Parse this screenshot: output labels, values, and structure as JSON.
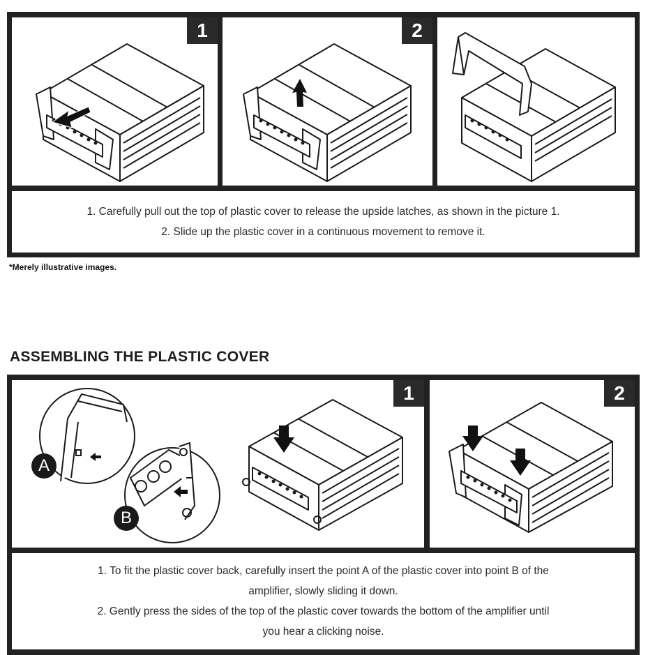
{
  "removal": {
    "step_badges": [
      "1",
      "2"
    ],
    "instructions": [
      "1. Carefully pull out the top of plastic cover to release the upside latches, as shown in the picture 1.",
      "2. Slide up the plastic cover in a continuous movement to remove it."
    ],
    "note": "*Merely illustrative images."
  },
  "assembling": {
    "heading": "ASSEMBLING THE PLASTIC COVER",
    "step_badges": [
      "1",
      "2"
    ],
    "callouts": [
      "A",
      "B"
    ],
    "instructions": [
      "1. To fit the plastic cover back, carefully insert the point A of the plastic cover into point B of the",
      "amplifier, slowly sliding it down.",
      "2. Gently press the sides of the top of the plastic cover towards the bottom of the amplifier until",
      "you hear a clicking noise."
    ]
  },
  "icons": [
    "arrow-pull-icon",
    "arrow-up-icon",
    "arrow-down-icon",
    "amplifier-illustration",
    "cover-handle-illustration"
  ],
  "colors": {
    "frame": "#222222",
    "badge": "#2a2a2a",
    "text": "#2a2a2a"
  }
}
